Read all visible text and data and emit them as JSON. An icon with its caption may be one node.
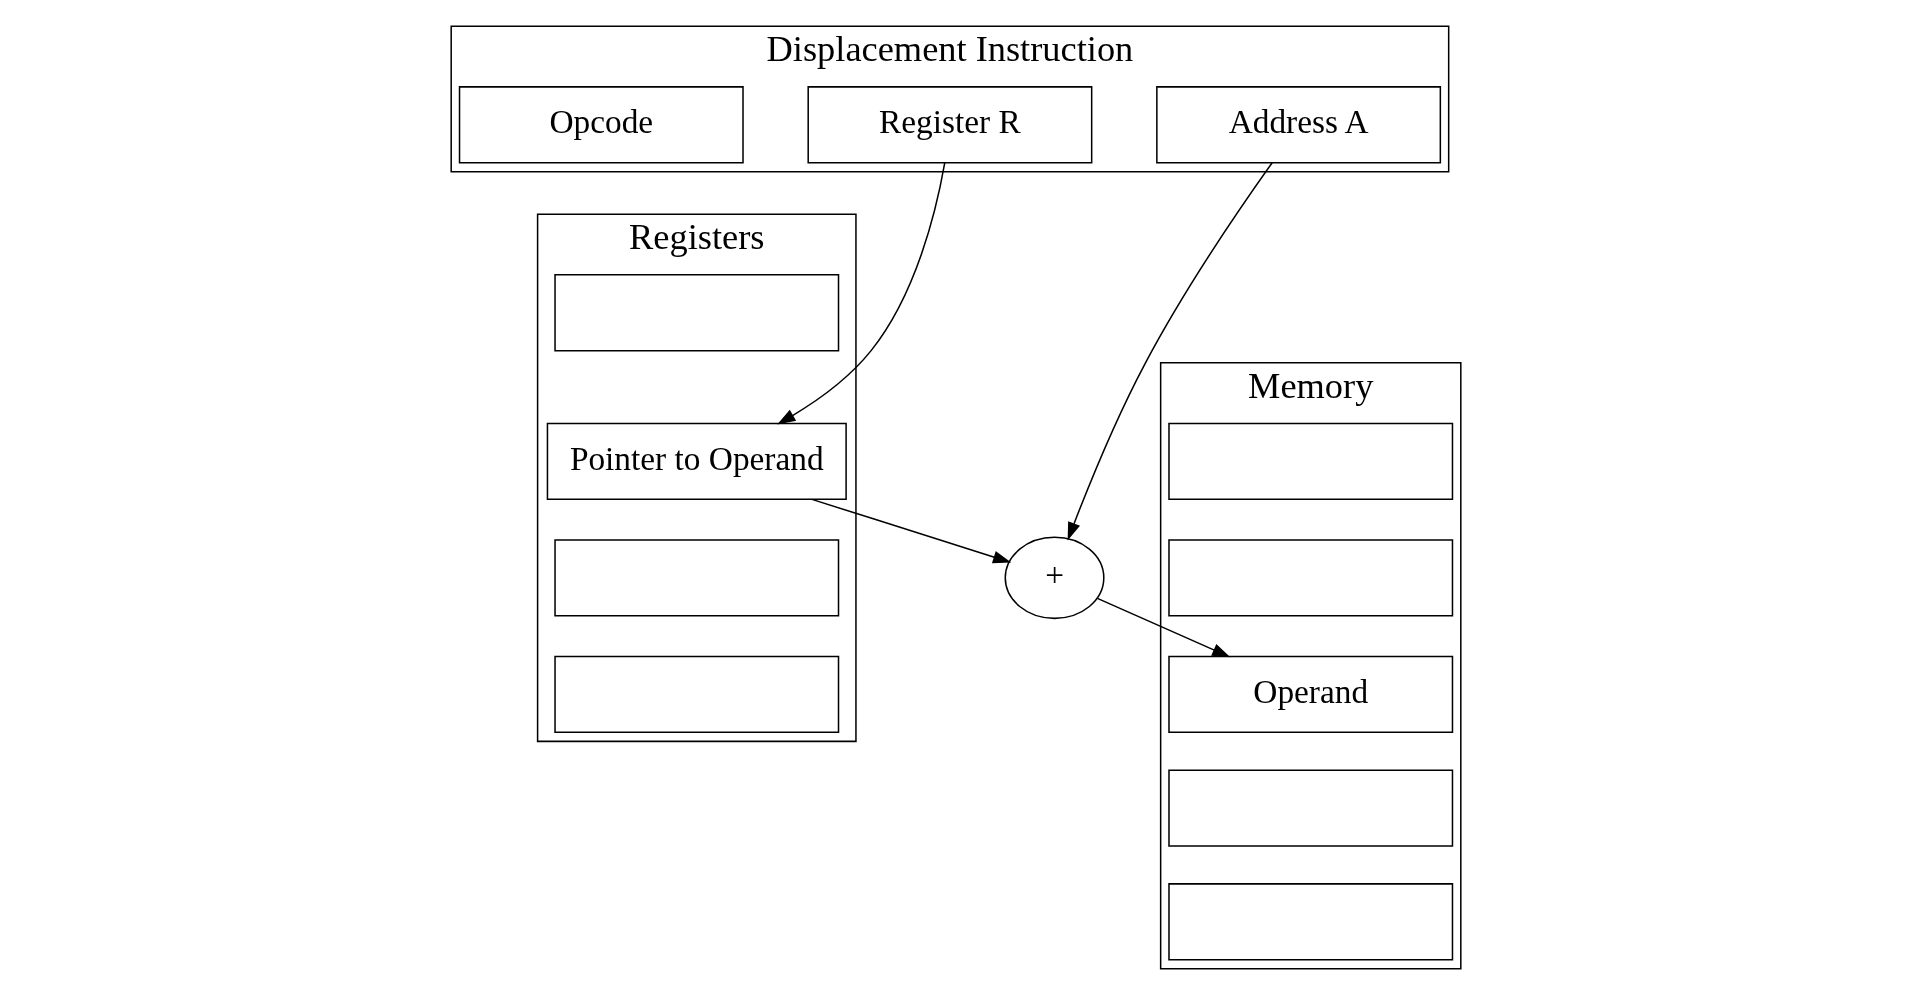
{
  "diagram": {
    "nodes": [
      {
        "text": [
          "Displacement Instruction"
        ]
      },
      {
        "text": [
          "Opcode"
        ],
        "in": 0
      },
      {
        "text": [
          "Register R"
        ],
        "in": 0
      },
      {
        "text": [
          "Address A"
        ],
        "in": 0
      },
      {
        "text": [
          "Registers"
        ]
      },
      {
        "text": [],
        "shape": "box",
        "in": 4
      },
      {
        "text": [
          "Pointer to Operand"
        ],
        "in": 4
      },
      {
        "text": [],
        "shape": "box",
        "in": 4
      },
      {
        "text": [],
        "shape": "box",
        "in": 4
      },
      {
        "text": [
          "+"
        ]
      },
      {
        "text": [
          "Memory"
        ]
      },
      {
        "text": [],
        "shape": "box",
        "in": 10
      },
      {
        "text": [],
        "shape": "box",
        "in": 10
      },
      {
        "text": [
          "Operand"
        ],
        "in": 10
      },
      {
        "text": [],
        "shape": "box",
        "in": 10
      },
      {
        "text": [],
        "shape": "box",
        "in": 10
      }
    ],
    "edges": [
      {
        "from": 2,
        "to": 6,
        "arrow": "to"
      },
      {
        "from": 3,
        "to": 9,
        "arrow": "to"
      },
      {
        "from": 6,
        "to": 9,
        "arrow": "to"
      },
      {
        "from": 9,
        "to": 13,
        "arrow": "to"
      }
    ]
  }
}
